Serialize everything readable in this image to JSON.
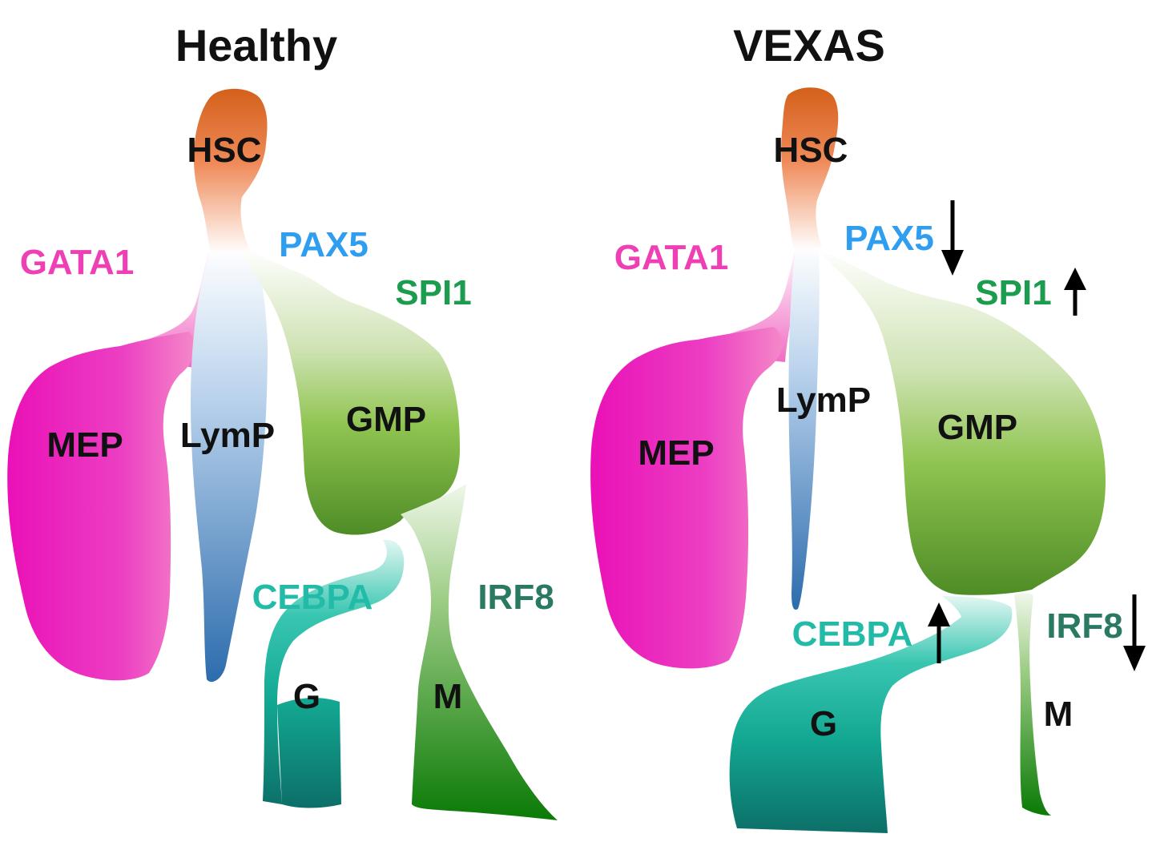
{
  "panels": {
    "healthy": {
      "title": "Healthy",
      "cells": {
        "hsc": "HSC",
        "mep": "MEP",
        "lymp": "LymP",
        "gmp": "GMP",
        "g": "G",
        "m": "M"
      },
      "factors": {
        "gata1": "GATA1",
        "pax5": "PAX5",
        "spi1": "SPI1",
        "cebpa": "CEBPA",
        "irf8": "IRF8"
      }
    },
    "vexas": {
      "title": "VEXAS",
      "cells": {
        "hsc": "HSC",
        "mep": "MEP",
        "lymp": "LymP",
        "gmp": "GMP",
        "g": "G",
        "m": "M"
      },
      "factors": {
        "gata1": "GATA1",
        "pax5": "PAX5",
        "spi1": "SPI1",
        "cebpa": "CEBPA",
        "irf8": "IRF8"
      },
      "changes": {
        "pax5": "down",
        "spi1": "up",
        "cebpa": "up",
        "irf8": "down"
      }
    }
  },
  "colors": {
    "hsc": "#d8621a",
    "gata1": "#ee3fb5",
    "mep": "#ec1ab9",
    "pax5": "#2f9df0",
    "lymp": "#2d6fb2",
    "spi1": "#1c9c4e",
    "gmp": "#5e9a2e",
    "cebpa": "#22bba8",
    "g": "#0e7a70",
    "irf8": "#2a7a63",
    "m": "#0b7d10",
    "arrow": "#000000"
  }
}
